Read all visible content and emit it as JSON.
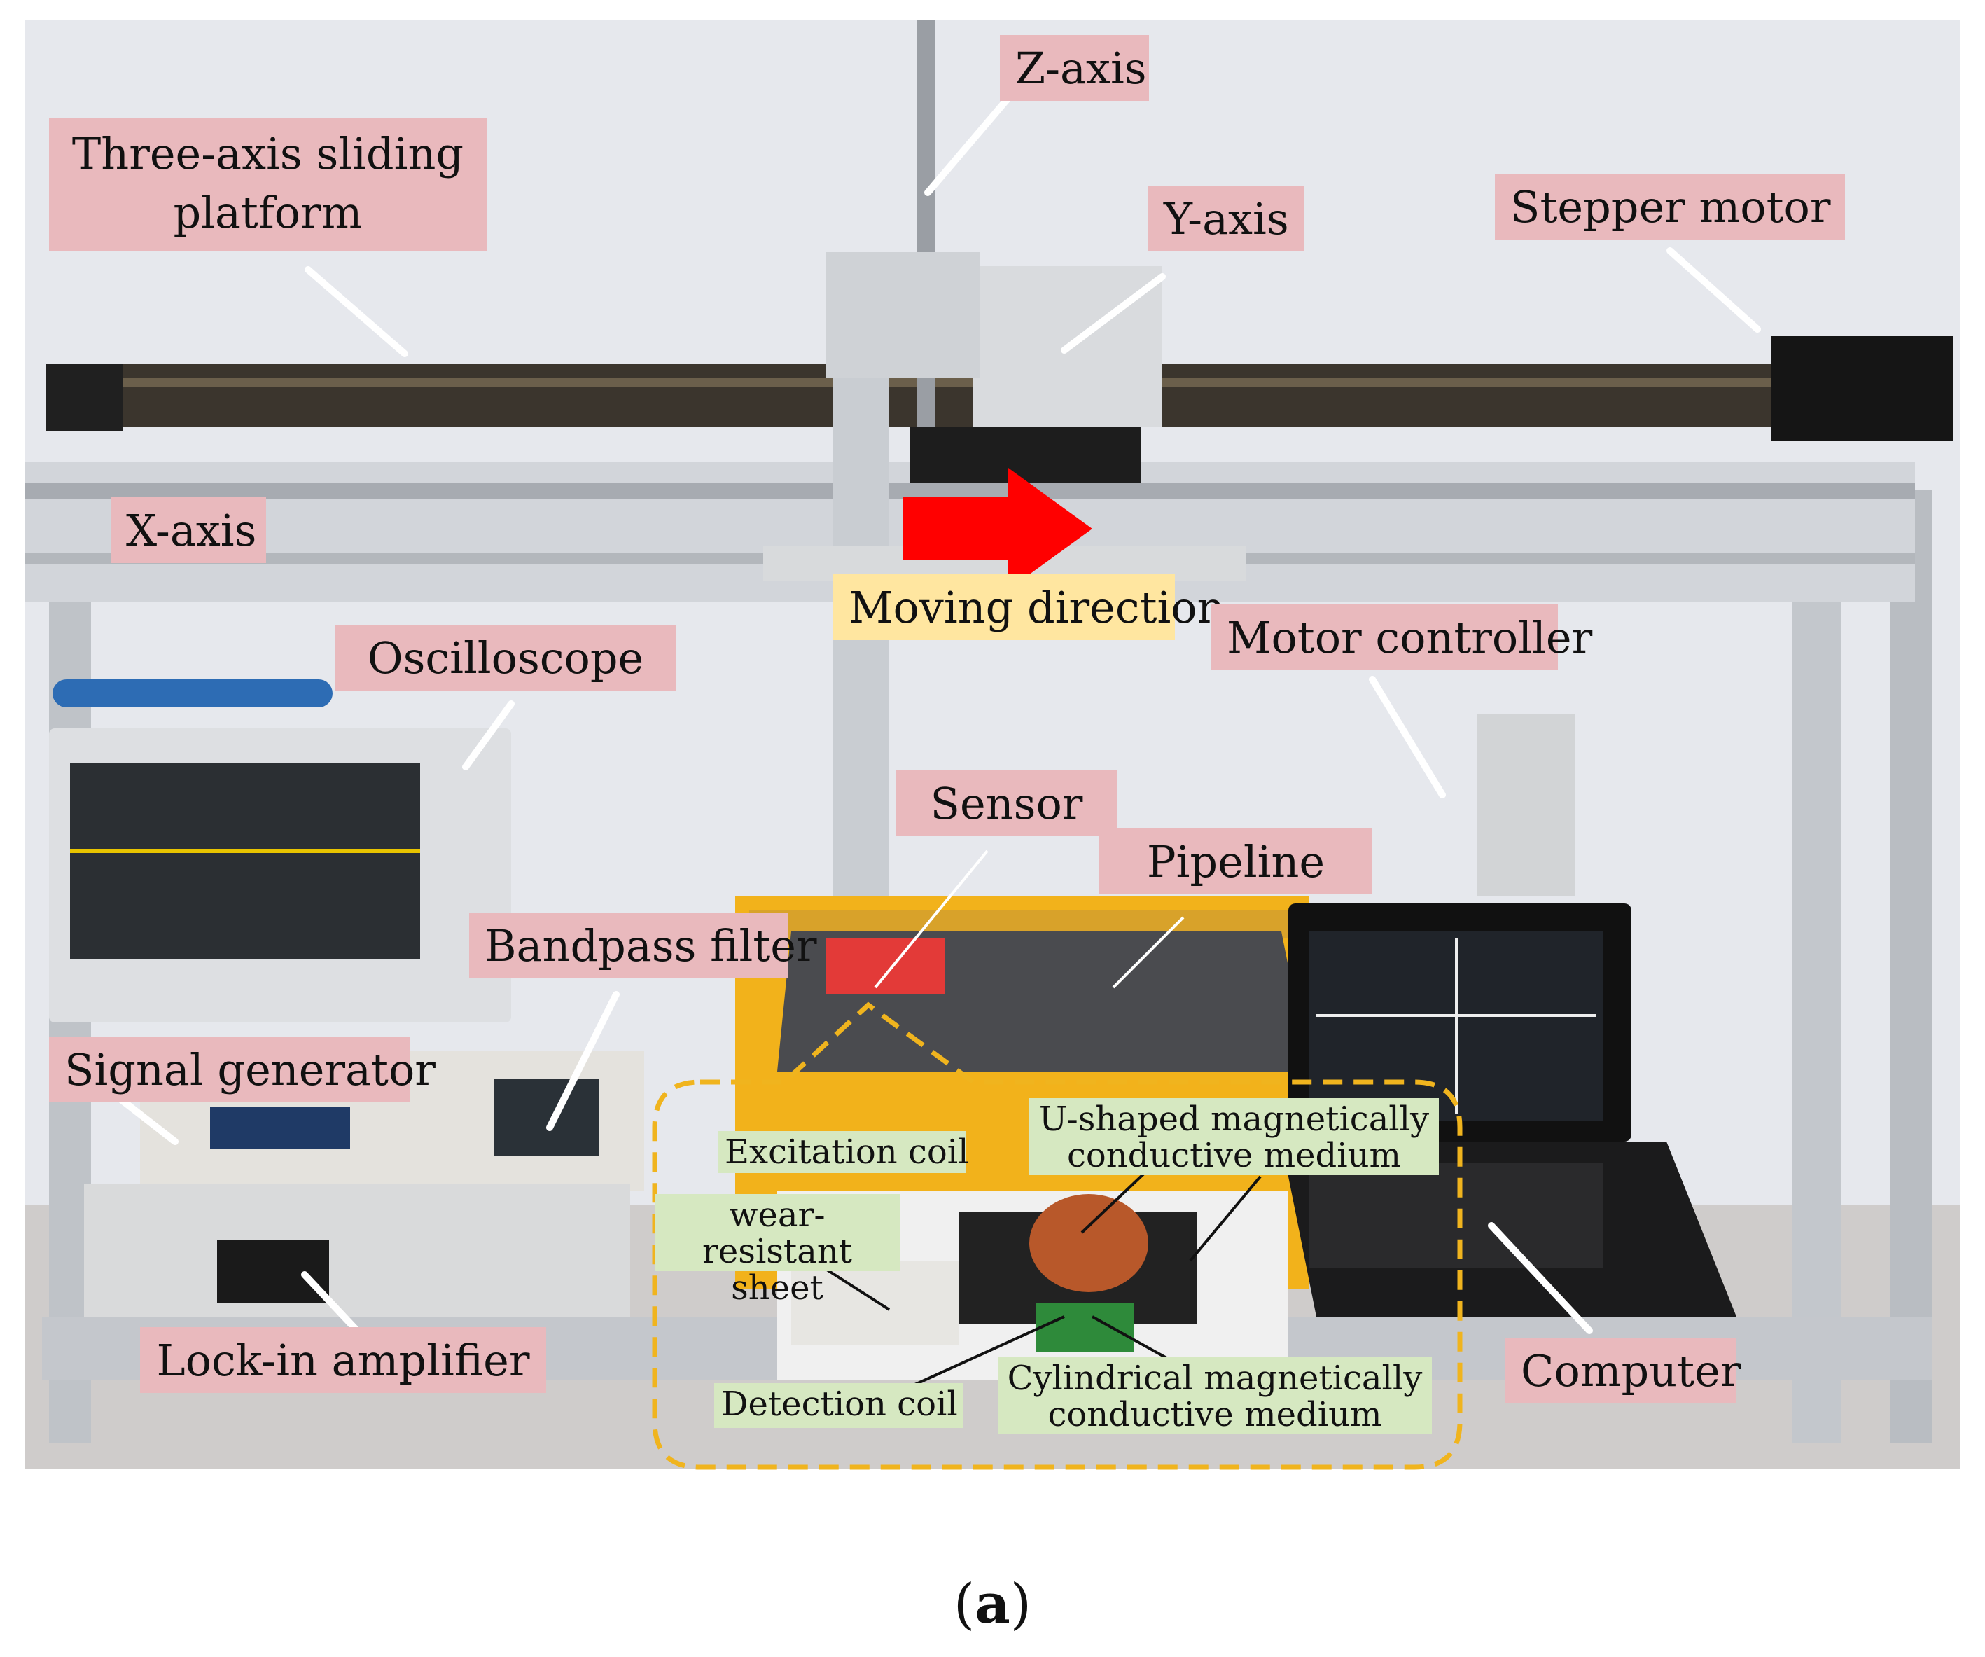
{
  "labels": {
    "three_axis": "Three-axis sliding platform",
    "z_axis": "Z-axis",
    "y_axis": "Y-axis",
    "stepper_motor": "Stepper motor",
    "x_axis": "X-axis",
    "moving_direction": "Moving direction",
    "motor_controller": "Motor controller",
    "oscilloscope": "Oscilloscope",
    "sensor": "Sensor",
    "pipeline": "Pipeline",
    "bandpass_filter": "Bandpass filter",
    "signal_generator": "Signal generator",
    "lock_in_amplifier": "Lock-in amplifier",
    "computer": "Computer"
  },
  "inset_labels": {
    "excitation_coil": "Excitation coil",
    "u_shaped_medium": "U-shaped magnetically conductive medium",
    "wear_resistant_sheet": "wear-resistant sheet",
    "detection_coil": "Detection coil",
    "cylindrical_medium": "Cylindrical magnetically conductive medium"
  },
  "caption": {
    "open": "(",
    "letter": "a",
    "close": ")"
  },
  "colors": {
    "label_pink": "#e9b9bd",
    "label_yellow": "#ffe6a0",
    "inset_green": "#d6e8c1",
    "arrow_red": "#ff0000",
    "dashed_outline": "#f0b41e"
  }
}
